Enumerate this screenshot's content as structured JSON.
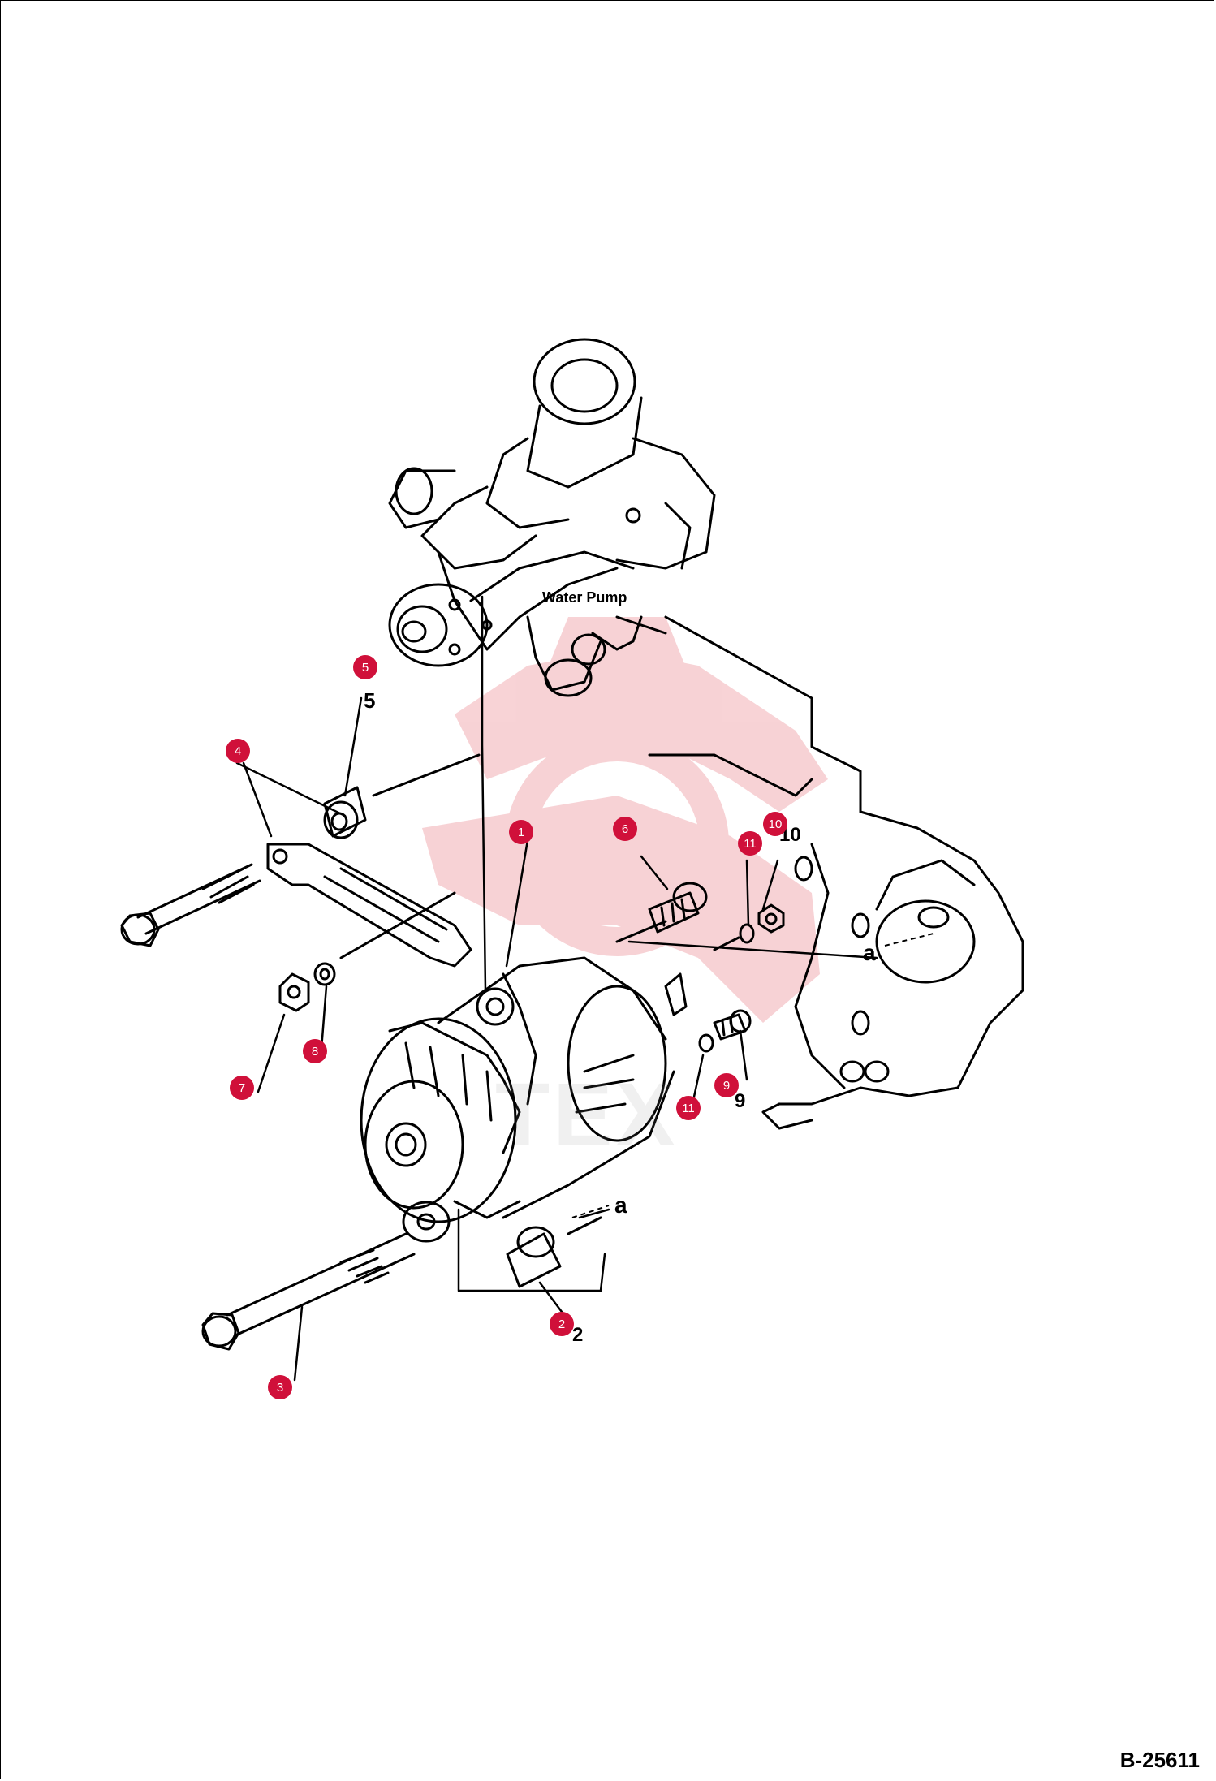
{
  "diagram": {
    "label_water_pump": "Water Pump",
    "ref_letter": "a",
    "figure_code": "B-25611",
    "watermark": "TEX",
    "colors": {
      "callout": "#d0103a",
      "watermark": "#f5c4c8",
      "ink": "#000000"
    },
    "callouts": [
      {
        "id": "c1",
        "num": "1",
        "printed": "1"
      },
      {
        "id": "c2",
        "num": "2",
        "printed": "2"
      },
      {
        "id": "c3",
        "num": "3",
        "printed": "3"
      },
      {
        "id": "c4",
        "num": "4",
        "printed": "4"
      },
      {
        "id": "c5",
        "num": "5",
        "printed": "5"
      },
      {
        "id": "c6",
        "num": "6",
        "printed": "6"
      },
      {
        "id": "c7",
        "num": "7",
        "printed": "7"
      },
      {
        "id": "c8",
        "num": "8",
        "printed": "8"
      },
      {
        "id": "c9",
        "num": "9",
        "printed": "9"
      },
      {
        "id": "c10",
        "num": "10",
        "printed": "10"
      },
      {
        "id": "c11a",
        "num": "11",
        "printed": "11"
      },
      {
        "id": "c11b",
        "num": "11",
        "printed": "11"
      }
    ]
  }
}
